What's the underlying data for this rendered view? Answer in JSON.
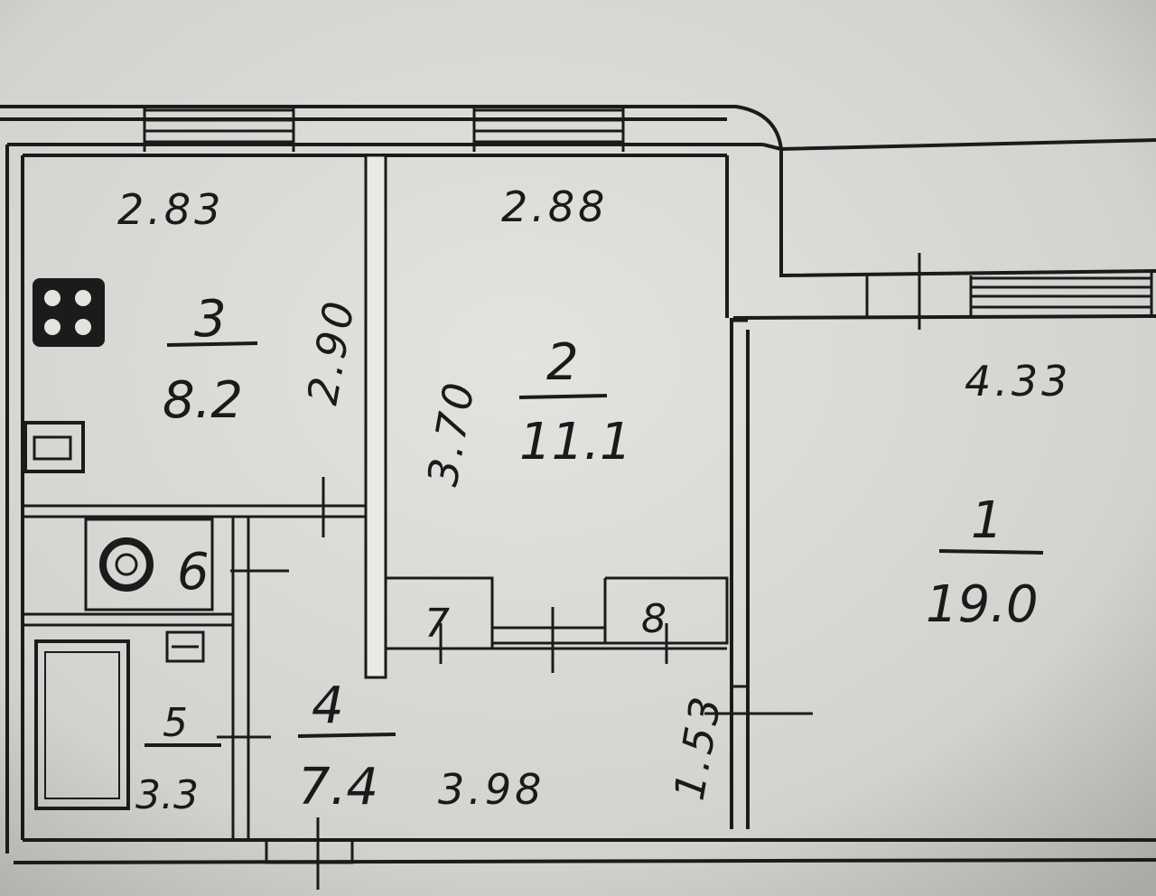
{
  "rooms": [
    {
      "number": "1",
      "area": "19.0",
      "width": "4.33"
    },
    {
      "number": "2",
      "area": "11.1",
      "width": "2.88",
      "depth": "3.70"
    },
    {
      "number": "3",
      "area": "8.2",
      "width": "2.83",
      "depth": "2.90"
    },
    {
      "number": "4",
      "area": "7.4",
      "length": "3.98",
      "width": "1.53"
    },
    {
      "number": "5",
      "area": "3.3"
    },
    {
      "number": "6"
    },
    {
      "number": "7"
    },
    {
      "number": "8"
    }
  ],
  "colors": {
    "paper": "#cfcfcc",
    "ink": "#1b1b1b"
  },
  "icons": [
    "stove-icon",
    "sink-icon",
    "toilet-icon",
    "bathtub-icon",
    "washbasin-icon"
  ]
}
